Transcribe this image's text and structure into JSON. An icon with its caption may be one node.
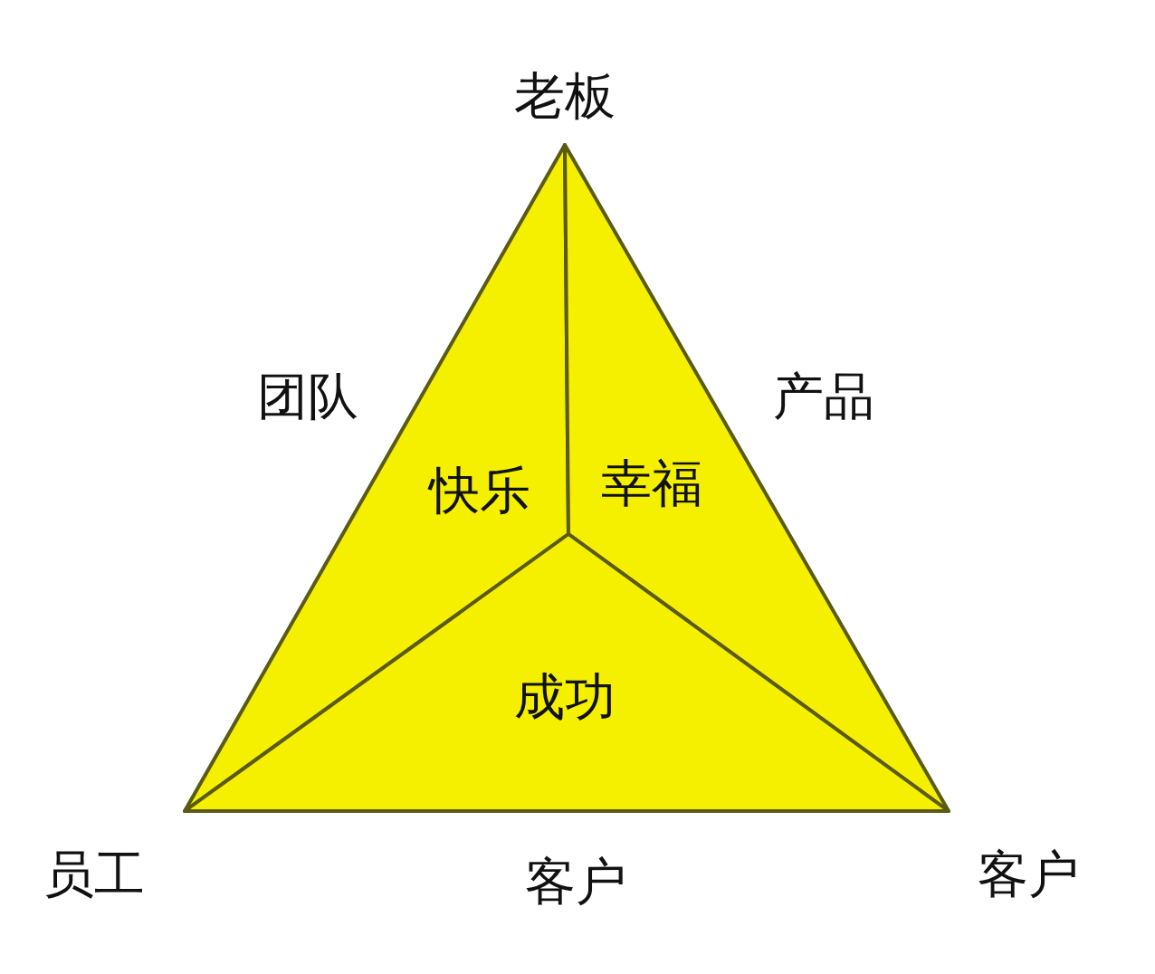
{
  "diagram": {
    "nodes": [
      {
        "text": [
          "快乐"
        ]
      },
      {
        "text": [
          "幸福"
        ]
      },
      {
        "text": [
          "成功"
        ]
      }
    ],
    "labels": [
      "老板",
      "团队",
      "产品",
      "员工",
      "客户",
      "客户"
    ]
  }
}
